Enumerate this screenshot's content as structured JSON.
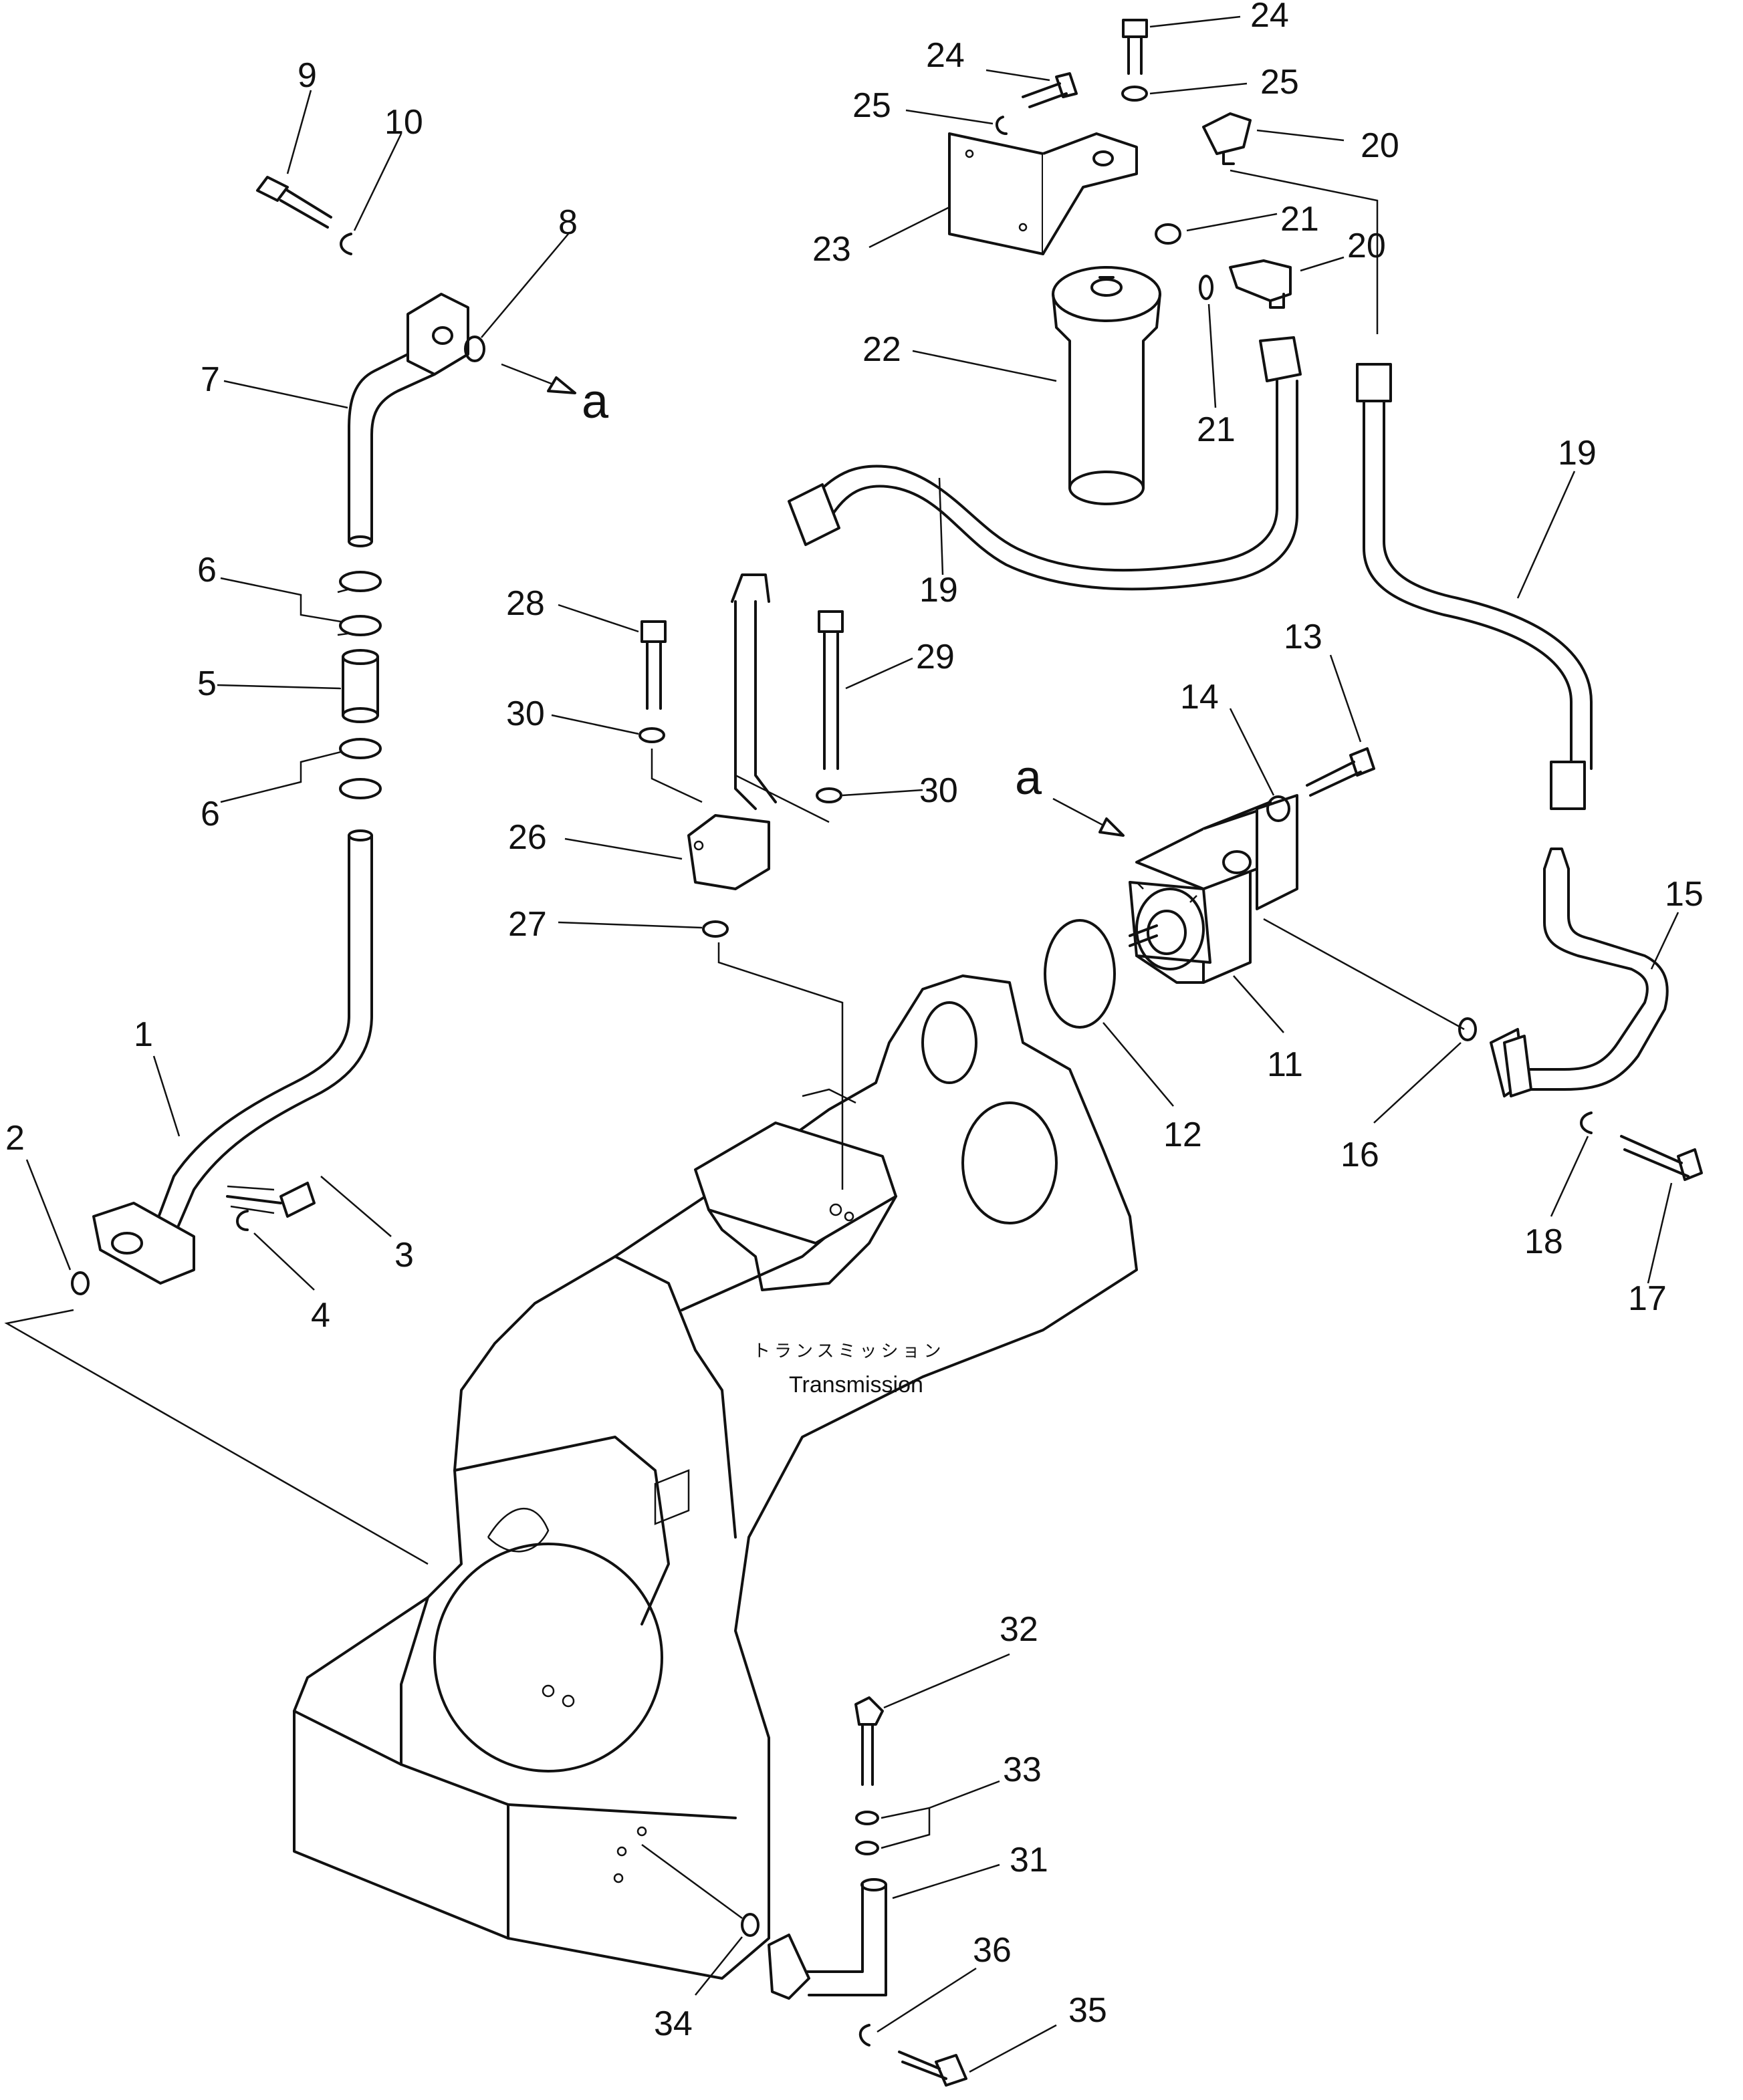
{
  "figure": {
    "component_label_jp": "トランスミッション",
    "component_label_en": "Transmission",
    "view_marker": "a"
  },
  "callouts": {
    "c1": "1",
    "c2": "2",
    "c3": "3",
    "c4": "4",
    "c5": "5",
    "c6a": "6",
    "c6b": "6",
    "c7": "7",
    "c8": "8",
    "c9": "9",
    "c10": "10",
    "c11": "11",
    "c12": "12",
    "c13": "13",
    "c14": "14",
    "c15": "15",
    "c16": "16",
    "c17": "17",
    "c18": "18",
    "c19a": "19",
    "c19b": "19",
    "c20a": "20",
    "c20b": "20",
    "c21a": "21",
    "c21b": "21",
    "c22": "22",
    "c23": "23",
    "c24a": "24",
    "c24b": "24",
    "c25a": "25",
    "c25b": "25",
    "c26": "26",
    "c27": "27",
    "c28": "28",
    "c29": "29",
    "c30a": "30",
    "c30b": "30",
    "c31": "31",
    "c32": "32",
    "c33": "33",
    "c34": "34",
    "c35": "35",
    "c36": "36"
  }
}
